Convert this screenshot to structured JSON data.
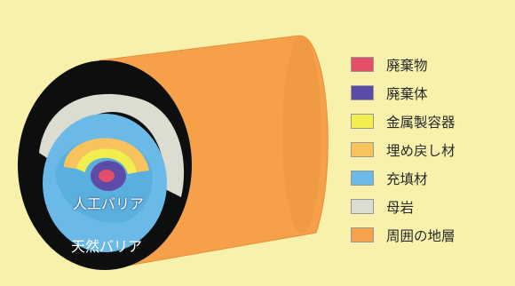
{
  "labels": {
    "engineered_barrier": "人工バリア",
    "natural_barrier": "天然バリア"
  },
  "legend": [
    {
      "label": "廃棄物",
      "color": "#e4506a"
    },
    {
      "label": "廃棄体",
      "color": "#5c4ca8"
    },
    {
      "label": "金属製容器",
      "color": "#f3ee4f"
    },
    {
      "label": "埋め戻し材",
      "color": "#f8c25d"
    },
    {
      "label": "充填材",
      "color": "#6ab9e6"
    },
    {
      "label": "母岩",
      "color": "#dcdcd0"
    },
    {
      "label": "周囲の地層",
      "color": "#f5a24a"
    }
  ],
  "colors": {
    "background": "#f7f1ab",
    "cylinder_face": "#0d0f0f"
  }
}
